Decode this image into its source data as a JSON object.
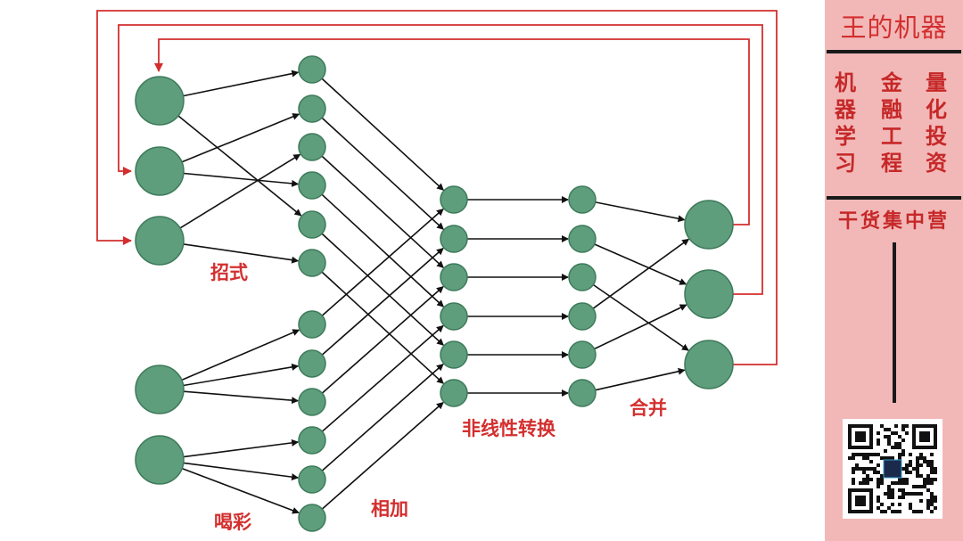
{
  "labels": {
    "zhaoshi": "招式",
    "hecai": "喝彩",
    "xiangjia": "相加",
    "feixian": "非线性转换",
    "hebing": "合并"
  },
  "sidebar": {
    "brand": "王的机器",
    "columns": [
      [
        "机",
        "器",
        "学",
        "习"
      ],
      [
        "金",
        "融",
        "工",
        "程"
      ],
      [
        "量",
        "化",
        "投",
        "资"
      ]
    ],
    "slogan": "干货集中营"
  },
  "colors": {
    "node_fill": "#5e9e7c",
    "node_stroke": "#3d7a5a",
    "edge": "#111111",
    "feedback": "#d32f2f",
    "sidebar_bg": "#f2b8b8"
  },
  "icons": {
    "qr": "qr-code-icon"
  }
}
